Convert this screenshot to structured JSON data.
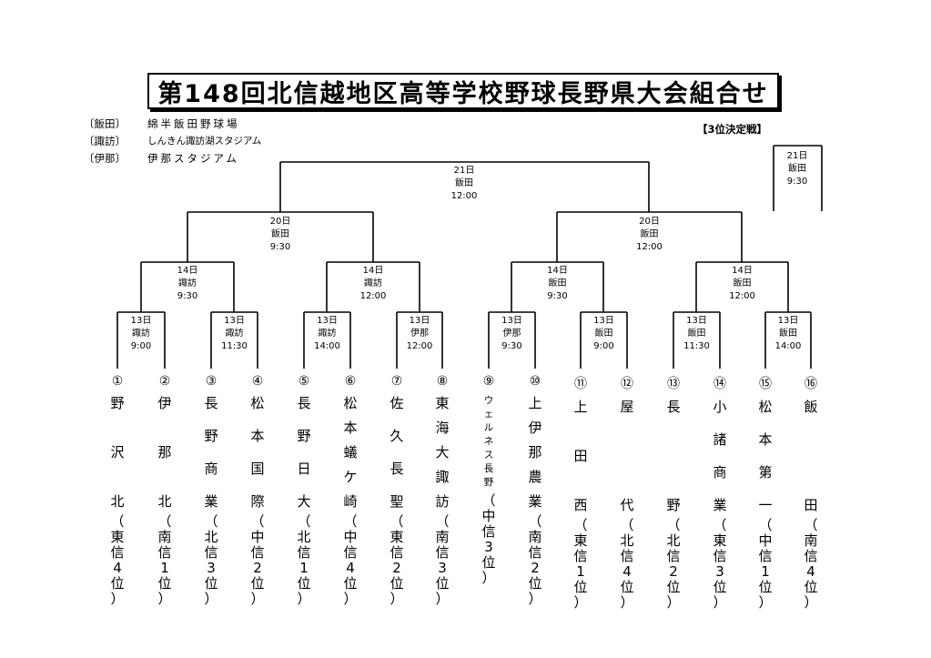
{
  "header": {
    "title": "第148回北信越地区高等学校野球長野県大会組合せ"
  },
  "venues": [
    {
      "key": "〔飯田〕",
      "name": "綿半飯田野球場"
    },
    {
      "key": "〔諏訪〕",
      "name": "しんきん諏訪湖スタジアム"
    },
    {
      "key": "〔伊那〕",
      "name": "伊那スタジアム"
    }
  ],
  "third_place": {
    "label": "【3位決定戦】",
    "date": "21日",
    "venue": "飯田",
    "time": "9:30"
  },
  "final": {
    "date": "21日",
    "venue": "飯田",
    "time": "12:00"
  },
  "semifinals": [
    {
      "date": "20日",
      "venue": "飯田",
      "time": "9:30"
    },
    {
      "date": "20日",
      "venue": "飯田",
      "time": "12:00"
    }
  ],
  "quarterfinals": [
    {
      "date": "14日",
      "venue": "諏訪",
      "time": "9:30"
    },
    {
      "date": "14日",
      "venue": "諏訪",
      "time": "12:00"
    },
    {
      "date": "14日",
      "venue": "飯田",
      "time": "9:30"
    },
    {
      "date": "14日",
      "venue": "飯田",
      "time": "12:00"
    }
  ],
  "first_round": [
    {
      "date": "13日",
      "venue": "諏訪",
      "time": "9:00"
    },
    {
      "date": "13日",
      "venue": "諏訪",
      "time": "11:30"
    },
    {
      "date": "13日",
      "venue": "諏訪",
      "time": "14:00"
    },
    {
      "date": "13日",
      "venue": "伊那",
      "time": "12:00"
    },
    {
      "date": "13日",
      "venue": "伊那",
      "time": "9:30"
    },
    {
      "date": "13日",
      "venue": "飯田",
      "time": "9:00"
    },
    {
      "date": "13日",
      "venue": "飯田",
      "time": "11:30"
    },
    {
      "date": "13日",
      "venue": "飯田",
      "time": "14:00"
    }
  ],
  "teams": [
    {
      "num": "①",
      "name": "野沢北",
      "rank": "（東信4位）"
    },
    {
      "num": "②",
      "name": "伊那北",
      "rank": "（南信1位）"
    },
    {
      "num": "③",
      "name": "長野商業",
      "rank": "（北信3位）"
    },
    {
      "num": "④",
      "name": "松本国際",
      "rank": "（中信2位）"
    },
    {
      "num": "⑤",
      "name": "長野日大",
      "rank": "（北信1位）"
    },
    {
      "num": "⑥",
      "name": "松本蟻ケ崎",
      "rank": "（中信4位）"
    },
    {
      "num": "⑦",
      "name": "佐久長聖",
      "rank": "（東信2位）"
    },
    {
      "num": "⑧",
      "name": "東海大諏訪",
      "rank": "（南信3位）"
    },
    {
      "num": "⑨",
      "name": "ウェルネス長野",
      "rank": "（中信3位）"
    },
    {
      "num": "⑩",
      "name": "上伊那農業",
      "rank": "（南信2位）"
    },
    {
      "num": "⑪",
      "name": "上田西",
      "rank": "（東信1位）"
    },
    {
      "num": "⑫",
      "name": "屋代",
      "rank": "（北信4位）"
    },
    {
      "num": "⑬",
      "name": "長野",
      "rank": "（北信2位）"
    },
    {
      "num": "⑭",
      "name": "小諸商業",
      "rank": "（東信3位）"
    },
    {
      "num": "⑮",
      "name": "松本第一",
      "rank": "（中信1位）"
    },
    {
      "num": "⑯",
      "name": "飯田",
      "rank": "（南信4位）"
    }
  ]
}
